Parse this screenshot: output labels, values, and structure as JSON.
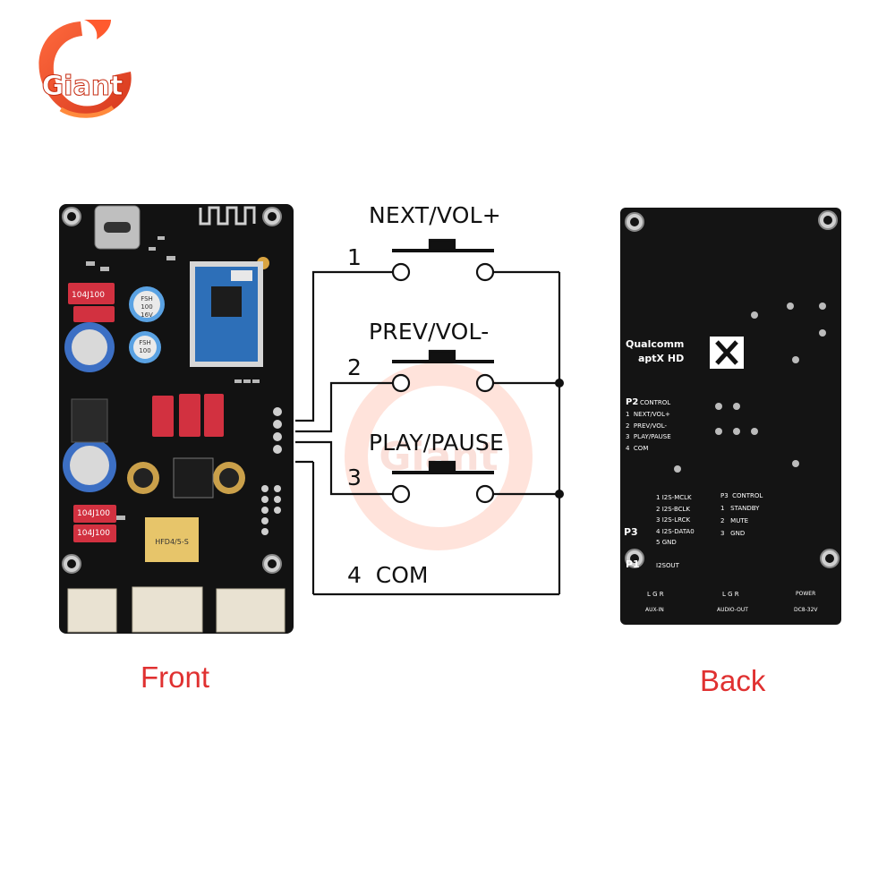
{
  "brand": {
    "logo_text": "Giant",
    "watermark_text": "Giant"
  },
  "captions": {
    "front": "Front",
    "back": "Back"
  },
  "switches": [
    {
      "number": "1",
      "label": "NEXT/VOL+"
    },
    {
      "number": "2",
      "label": "PREV/VOL-"
    },
    {
      "number": "3",
      "label": "PLAY/PAUSE"
    }
  ],
  "common": {
    "label": "4  COM"
  },
  "back_board": {
    "brand_line1": "Qualcomm",
    "brand_line2": "aptX HD",
    "p2_header": "P2",
    "p2_title": "CONTROL",
    "p2_pins": [
      {
        "n": "1",
        "name": "NEXT/VOL+"
      },
      {
        "n": "2",
        "name": "PREV/VOL-"
      },
      {
        "n": "3",
        "name": "PLAY/PAUSE"
      },
      {
        "n": "4",
        "name": "COM"
      }
    ],
    "i2s_pins": [
      {
        "n": "1",
        "name": "I2S-MCLK"
      },
      {
        "n": "2",
        "name": "I2S-BCLK"
      },
      {
        "n": "3",
        "name": "I2S-LRCK"
      },
      {
        "n": "4",
        "name": "I2S-DATA0"
      },
      {
        "n": "5",
        "name": "GND"
      }
    ],
    "p3_header": "P3",
    "p3_title": "CONTROL",
    "p3_pins": [
      {
        "n": "1",
        "name": "STANDBY"
      },
      {
        "n": "2",
        "name": "MUTE"
      },
      {
        "n": "3",
        "name": "GND"
      }
    ],
    "p3_left": "P3",
    "p1_left": "P1",
    "p1_name": "I2SOUT",
    "conn_aux_pins": "L G R",
    "conn_aux": "AUX-IN",
    "conn_audio_pins": "L G R",
    "conn_audio": "AUDIO-OUT",
    "conn_power_top": "POWER",
    "conn_power": "DC8-32V"
  },
  "front_board": {
    "res_label": "104J100",
    "cap_brand": "FSH",
    "cap_value": "100",
    "cap_volt": "16V",
    "relay_label": "HFD4/5-S"
  },
  "colors": {
    "caption": "#e03131",
    "pcb": "#111111",
    "wire": "#111111"
  }
}
